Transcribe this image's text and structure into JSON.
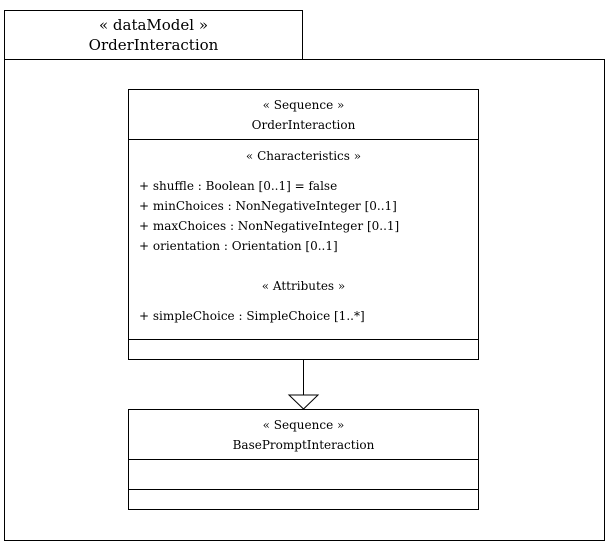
{
  "package": {
    "stereotype": "« dataModel »",
    "name": "OrderInteraction"
  },
  "order_class": {
    "stereotype": "« Sequence »",
    "name": "OrderInteraction",
    "characteristics_header": "« Characteristics »",
    "characteristics": [
      "+ shuffle : Boolean [0..1] = false",
      "+ minChoices : NonNegativeInteger [0..1]",
      "+ maxChoices : NonNegativeInteger [0..1]",
      "+ orientation : Orientation [0..1]"
    ],
    "attributes_header": "« Attributes »",
    "attributes": [
      "+ simpleChoice : SimpleChoice [1..*]"
    ]
  },
  "base_class": {
    "stereotype": "« Sequence »",
    "name": "BasePromptInteraction"
  },
  "relation": {
    "type": "generalization",
    "from": "OrderInteraction",
    "to": "BasePromptInteraction"
  }
}
